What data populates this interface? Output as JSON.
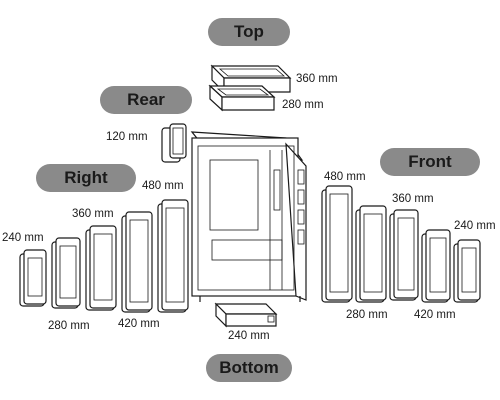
{
  "labels": {
    "top": "Top",
    "rear": "Rear",
    "right": "Right",
    "front": "Front",
    "bottom": "Bottom"
  },
  "top": {
    "size_1": "360 mm",
    "size_2": "280 mm"
  },
  "rear": {
    "size": "120 mm"
  },
  "right": {
    "sizes": [
      "240 mm",
      "280 mm",
      "360 mm",
      "420 mm",
      "480 mm"
    ]
  },
  "front": {
    "sizes": [
      "480 mm",
      "280 mm",
      "360 mm",
      "420 mm",
      "240 mm"
    ]
  },
  "bottom": {
    "size": "240 mm"
  },
  "colors": {
    "pill": "#8a8a8a",
    "ink": "#1a1a1a",
    "background": "#ffffff"
  }
}
